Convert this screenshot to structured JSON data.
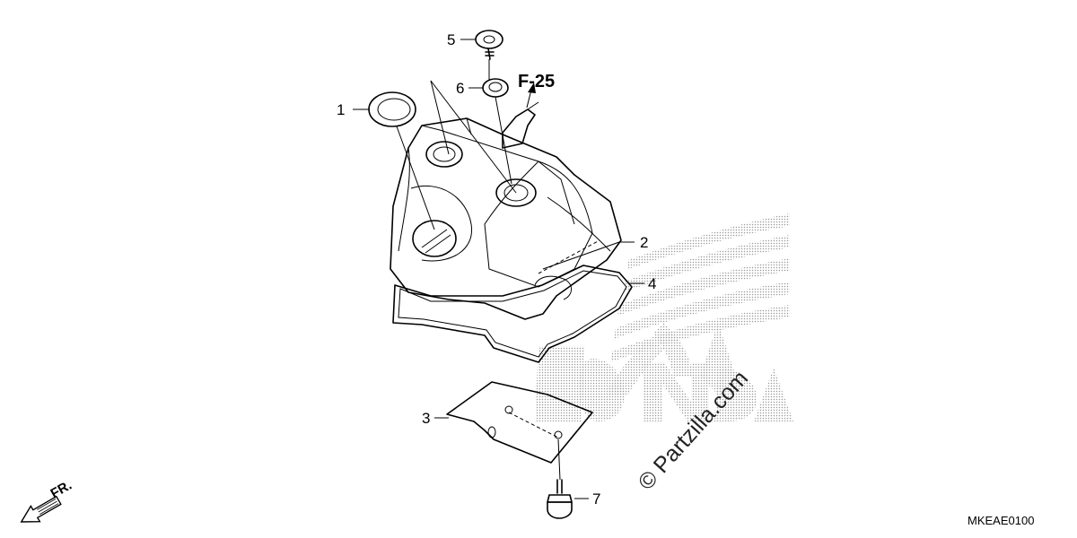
{
  "diagram": {
    "callouts": [
      {
        "id": "1",
        "label": "1"
      },
      {
        "id": "2",
        "label": "2"
      },
      {
        "id": "3",
        "label": "3"
      },
      {
        "id": "4",
        "label": "4"
      },
      {
        "id": "5",
        "label": "5"
      },
      {
        "id": "6",
        "label": "6"
      },
      {
        "id": "7",
        "label": "7"
      }
    ],
    "reference": "F-25",
    "front_indicator": "FR.",
    "diagram_code": "MKEAE0100",
    "watermark": "© Partzilla.com",
    "background_logo": "HONDA"
  },
  "colors": {
    "line": "#000000",
    "background": "#ffffff",
    "logo_dots": "#9a9a9a"
  },
  "icons": [
    "front-direction-arrow-icon",
    "honda-wing-logo"
  ]
}
